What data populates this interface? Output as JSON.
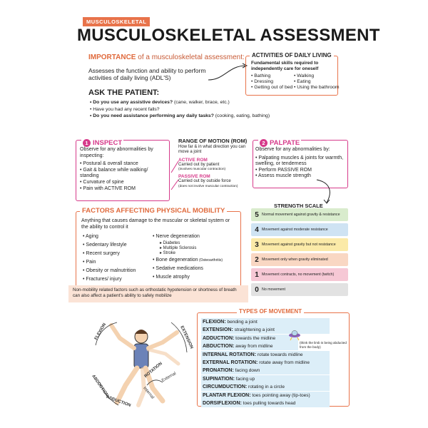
{
  "header": {
    "tag": "MUSCULOSKELETAL",
    "title": "MUSCULOSKELETAL ASSESSMENT"
  },
  "importance": {
    "title_bold": "IMPORTANCE",
    "title_rest": " of a musculoskeletal assessment:",
    "body": "Assesses the function and ability to perform activities of daily living (ADL'S)"
  },
  "adl": {
    "title": "ACTIVITIES OF DAILY LIVING",
    "subtitle": "Fundamental skills required to independently care for oneself",
    "col1": [
      "• Bathing",
      "• Dressing",
      "• Getting out of bed"
    ],
    "col2": [
      "• Walking",
      "• Eating",
      "• Using the bathroom"
    ]
  },
  "ask": {
    "title": "ASK THE PATIENT:",
    "q1_bold": "• Do you use any assistive devices?",
    "q1_rest": " (cane, walker, brace, etc.)",
    "q2": "• Have you had any recent falls?",
    "q3_bold": "• Do you need assistance performing any daily tasks?",
    "q3_rest": " (cooking, eating, bathing)"
  },
  "inspect": {
    "number": "1",
    "title": "INSPECT",
    "intro": "Observe for any abnormalities by inspecting:",
    "items": [
      "• Postural & overall stance",
      "• Gait & balance while walking/ standing",
      "• Curvature of spine",
      "• Pain with ACTIVE ROM"
    ]
  },
  "rom": {
    "title": "RANGE OF MOTION (ROM)",
    "intro": "How far & in what direction you can move a joint",
    "active_title": "ACTIVE ROM",
    "active_body": "Carried out by patient",
    "active_note": "(involves muscular contraction)",
    "passive_title": "PASSIVE ROM",
    "passive_body": "Carried out by outside force",
    "passive_note": "(does not involve muscular contraction)"
  },
  "palpate": {
    "number": "2",
    "title": "PALPATE",
    "intro": "Observe for any abnormalities by:",
    "items": [
      "• Palpating muscles & joints for warmth, swelling, or tenderness",
      "• Perform PASSIVE ROM",
      "• Assess muscle strength"
    ]
  },
  "factors": {
    "title": "FACTORS AFFECTING PHYSICAL MOBILITY",
    "intro": "Anything that causes damage to the muscular or skeletal system or the ability to control it",
    "col1": [
      "• Aging",
      "• Sedentary lifestyle",
      "• Recent surgery",
      "• Pain",
      "• Obesity or malnutrition",
      "• Fractures/ injury"
    ],
    "col2_top": "• Nerve degeneration",
    "col2_sub": [
      "▸ Diabetes",
      "▸ Multiple Sclerosis",
      "▸ Stroke"
    ],
    "col2_bone": "• Bone degeneration",
    "col2_bone_note": " (Osteoarthritis)",
    "col2_rest": [
      "• Sedative medications",
      "• Muscle atrophy"
    ],
    "note": "Non-mobility related factors such as orthostatic hypotension or shortness of breath can also affect a patient's ability to safely mobilize"
  },
  "strength": {
    "title": "STRENGTH SCALE",
    "rows": [
      {
        "n": "5",
        "text": "Normal movement against gravity & resistance",
        "color": "#d9eccd"
      },
      {
        "n": "4",
        "text": "Movement against moderate resistance",
        "color": "#cfe3f3"
      },
      {
        "n": "3",
        "text": "Movement against gravity but not resistance",
        "color": "#fbeaa8"
      },
      {
        "n": "2",
        "text": "Movement only when gravity eliminated",
        "color": "#f9d7c3"
      },
      {
        "n": "1",
        "text": "Movement contracts, no movement (twitch)",
        "color": "#f6c8d5"
      },
      {
        "n": "0",
        "text": "No movement",
        "color": "#e2e2e2"
      }
    ]
  },
  "types": {
    "title": "TYPES OF MOVEMENT",
    "rows": [
      {
        "t": "FLEXION:",
        "d": " bending a joint"
      },
      {
        "t": "EXTENSION:",
        "d": " straightening a joint"
      },
      {
        "t": "ADDUCTION:",
        "d": " towards the midline"
      },
      {
        "t": "ABDUCTION:",
        "d": " away from midline"
      },
      {
        "t": "INTERNAL ROTATION:",
        "d": " rotate towards midline"
      },
      {
        "t": "EXTERNAL ROTATION:",
        "d": " rotate away from midline"
      },
      {
        "t": "PRONATION:",
        "d": " facing down"
      },
      {
        "t": "SUPINATION:",
        "d": " facing up"
      },
      {
        "t": "CIRCUMDUCTION:",
        "d": " rotating in a circle"
      },
      {
        "t": "PLANTAR FLEXION:",
        "d": " toes pointing away (tip-toes)"
      },
      {
        "t": "DORSIFLEXION:",
        "d": " toes pulling towards head"
      }
    ],
    "ufo_note": "(think the limb is being abducted from the body)"
  },
  "figure_labels": {
    "flexion": "FLEXION",
    "extension": "EXTENSION",
    "abduction": "ABDUCTION",
    "adduction": "ADDUCTION",
    "rotation": "ROTATION",
    "external": "External",
    "internal": "Internal"
  },
  "colors": {
    "orange": "#e8734a",
    "magenta": "#d63a8a",
    "light_blue": "#dceef8"
  }
}
